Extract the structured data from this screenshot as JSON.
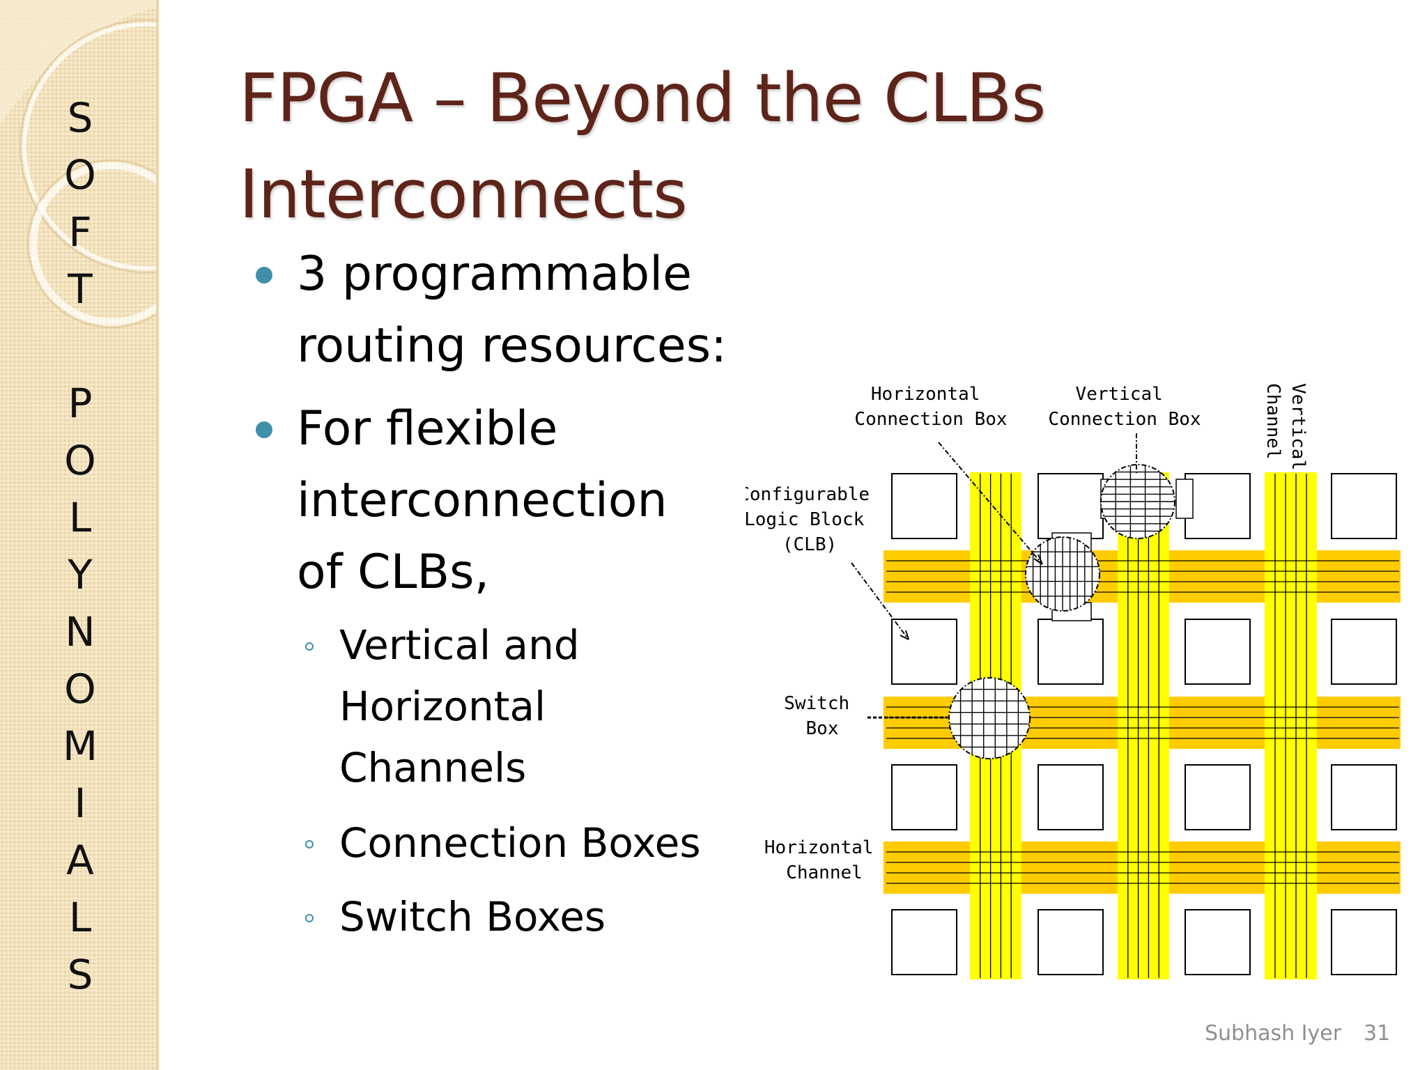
{
  "sidebar": {
    "letters": [
      "S",
      "O",
      "F",
      "T",
      "",
      "P",
      "O",
      "L",
      "Y",
      "N",
      "O",
      "M",
      "I",
      "A",
      "L",
      "S"
    ]
  },
  "title": {
    "line1": "FPGA – Beyond the CLBs",
    "line2": "Interconnects"
  },
  "bullets": [
    {
      "lines": [
        "3 programmable",
        "routing resources:"
      ]
    },
    {
      "lines": [
        "For flexible",
        "interconnection",
        "of CLBs,"
      ]
    }
  ],
  "sub_bullets": [
    {
      "lines": [
        "Vertical and",
        "Horizontal",
        "Channels"
      ]
    },
    {
      "lines": [
        "Connection Boxes"
      ]
    },
    {
      "lines": [
        "Switch Boxes"
      ]
    }
  ],
  "diagram": {
    "labels": {
      "horizontal_connection_box": [
        "Horizontal",
        "Connection Box"
      ],
      "vertical_connection_box": [
        "Vertical",
        "Connection Box"
      ],
      "vertical_channel": [
        "Vertical",
        "Channel"
      ],
      "clb": [
        "Configurable",
        "Logic Block",
        "(CLB)"
      ],
      "switch_box": [
        "Switch",
        "Box"
      ],
      "horizontal_channel": [
        "Horizontal",
        "Channel"
      ]
    },
    "colors": {
      "vertical_channel": "#ffff00",
      "horizontal_channel": "#ffcc00",
      "wire": "#000000"
    }
  },
  "footer": {
    "author": "Subhash Iyer",
    "page": "31"
  }
}
